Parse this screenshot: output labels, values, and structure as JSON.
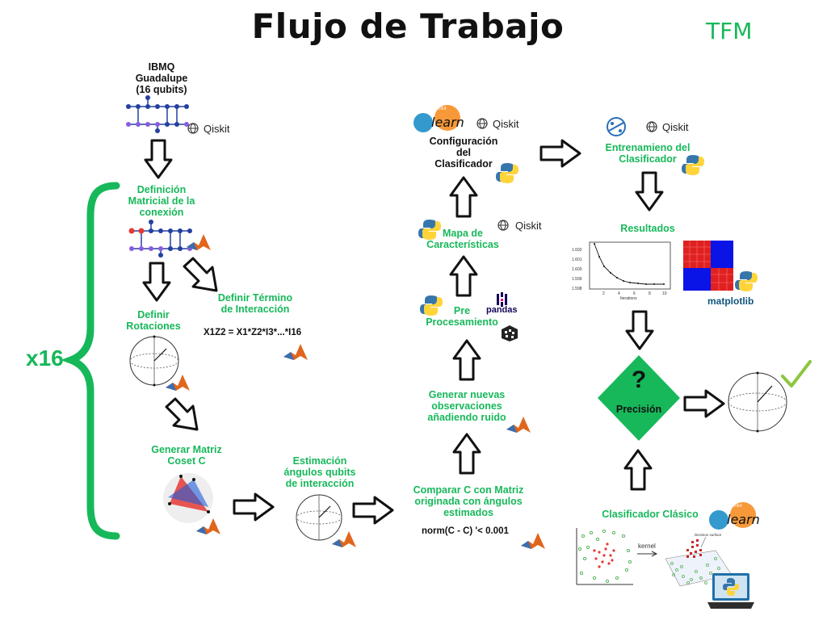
{
  "title": "Flujo de Trabajo",
  "tag": "TFM",
  "repeat": "x16",
  "left_column": {
    "device": "IBMQ\nGuadalupe\n(16 qubits)",
    "qiskit": "Qiskit",
    "step1": "Definición\nMatricial de la\nconexión",
    "step2": "Definir\nRotaciones",
    "term_title": "Definir Término\nde Interacción",
    "formula": "X1Z2 = X1*Z2*I3*...*I16",
    "step3": "Generar Matriz\nCoset C",
    "step4": "Estimación\nángulos qubits\nde interacción"
  },
  "middle_column": {
    "compare": "Comparar C con Matriz\noriginada con ángulos\nestimados",
    "norm": "norm(C - C) '< 0.001",
    "noise": "Generar nuevas\nobservaciones\nañadiendo ruido",
    "pre": "Pre\nProcesamiento",
    "pandas": "pandas",
    "map": "Mapa de\nCaracterísticas",
    "qiskit": "Qiskit",
    "config": "Configuración\ndel\nClasificador",
    "sklearn": "learn",
    "scikit": "scikit"
  },
  "right_column": {
    "qiskit": "Qiskit",
    "train": "Entrenamieno del\nClasificador",
    "results": "Resultados",
    "plot_xlabel": "Iterations",
    "plot_yticks": [
      "1.602",
      "1.601",
      "1.600",
      "1.599",
      "1.598"
    ],
    "plot_xticks": [
      "2",
      "4",
      "6",
      "8",
      "10"
    ],
    "matplotlib": "matplotlib",
    "decision_q": "?",
    "decision": "Precisión",
    "classic": "Clasificador Clásico",
    "kernel": "kernel",
    "surface": "Decision surface"
  },
  "colors": {
    "green": "#17b85a",
    "black": "#111111",
    "red": "#e53935",
    "blue": "#1565c0"
  }
}
